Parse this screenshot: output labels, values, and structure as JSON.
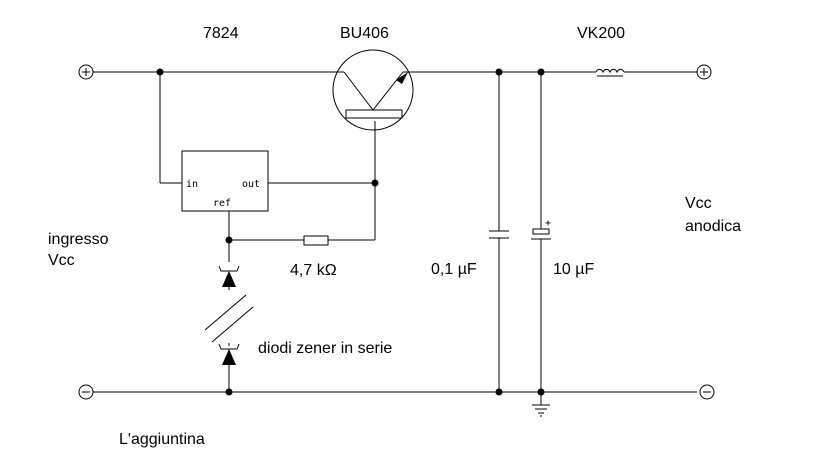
{
  "labels": {
    "regulator": "7824",
    "transistor": "BU406",
    "inductor": "VK200",
    "input_line1": "ingresso",
    "input_line2": "Vcc",
    "output_line1": "Vcc",
    "output_line2": "anodica",
    "resistor": "4,7 kΩ",
    "cap_small": "0,1 µF",
    "cap_electrolytic": "10 µF",
    "zener": "diodi zener in serie",
    "caption": "L'aggiuntina"
  },
  "regulator_pins": {
    "in": "in",
    "out": "out",
    "ref": "ref"
  },
  "terminals": {
    "plus": "⊕",
    "minus": "⊖"
  },
  "capacitor_polarity": "+"
}
